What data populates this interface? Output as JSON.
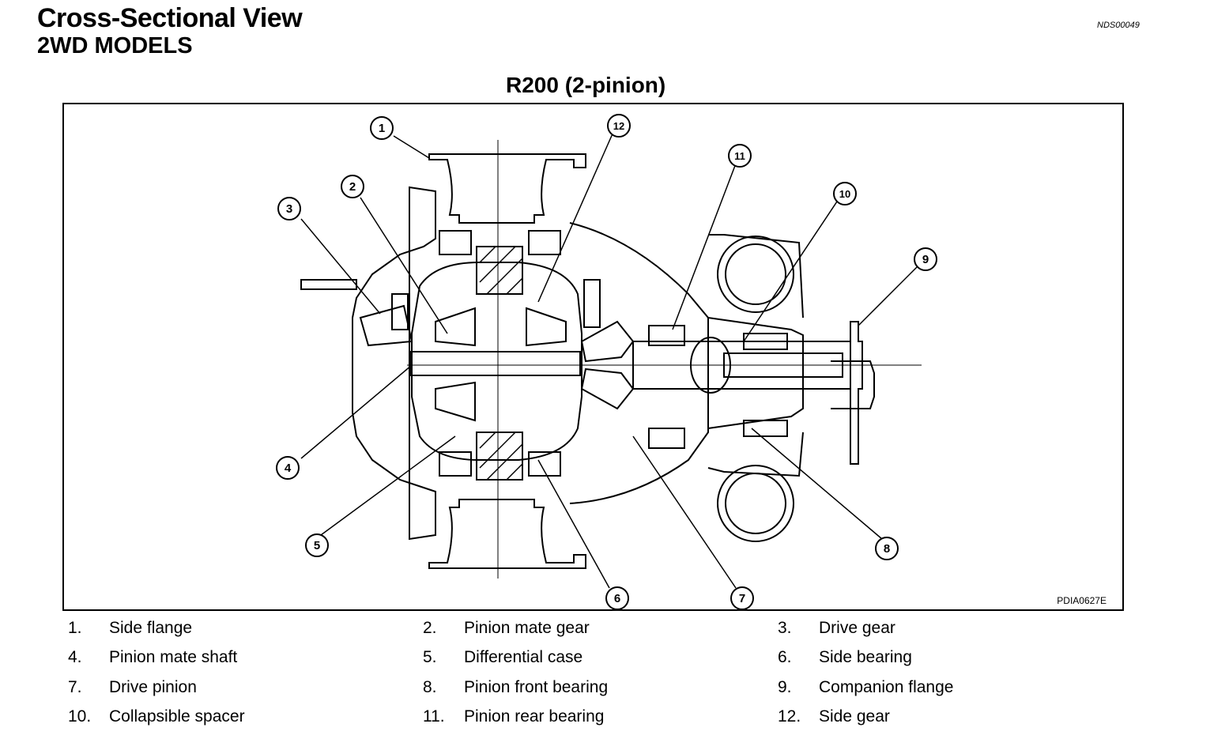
{
  "header": {
    "title": "Cross-Sectional View",
    "subtitle": "2WD MODELS",
    "doc_code": "NDS00049"
  },
  "diagram": {
    "title": "R200 (2-pinion)",
    "figure_code": "PDIA0627E",
    "callouts": [
      "1",
      "2",
      "3",
      "4",
      "5",
      "6",
      "7",
      "8",
      "9",
      "10",
      "11",
      "12"
    ]
  },
  "legend": [
    {
      "num": "1.",
      "label": "Side flange"
    },
    {
      "num": "2.",
      "label": "Pinion mate gear"
    },
    {
      "num": "3.",
      "label": "Drive gear"
    },
    {
      "num": "4.",
      "label": "Pinion mate shaft"
    },
    {
      "num": "5.",
      "label": "Differential case"
    },
    {
      "num": "6.",
      "label": "Side bearing"
    },
    {
      "num": "7.",
      "label": "Drive pinion"
    },
    {
      "num": "8.",
      "label": "Pinion front bearing"
    },
    {
      "num": "9.",
      "label": "Companion flange"
    },
    {
      "num": "10.",
      "label": "Collapsible spacer"
    },
    {
      "num": "11.",
      "label": "Pinion rear bearing"
    },
    {
      "num": "12.",
      "label": "Side gear"
    }
  ]
}
